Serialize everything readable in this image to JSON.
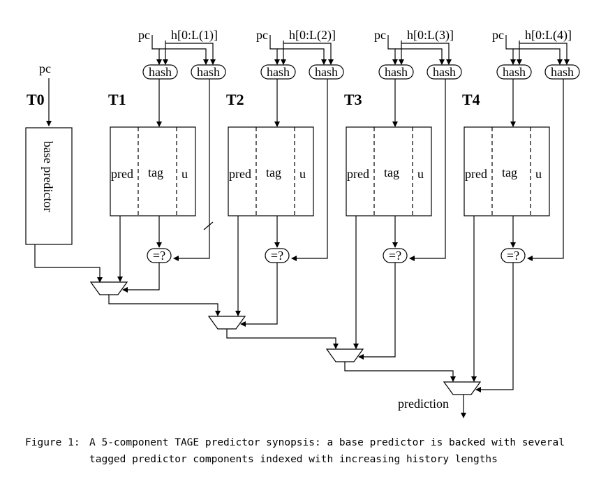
{
  "inputs": {
    "pc": "pc",
    "hash": "hash",
    "compare": "=?"
  },
  "base": {
    "title": "T0",
    "label": "base predictor"
  },
  "tables": [
    {
      "title": "T1",
      "history": "h[0:L(1)]"
    },
    {
      "title": "T2",
      "history": "h[0:L(2)]"
    },
    {
      "title": "T3",
      "history": "h[0:L(3)]"
    },
    {
      "title": "T4",
      "history": "h[0:L(4)]"
    }
  ],
  "fields": {
    "pred": "pred",
    "tag": "tag",
    "u": "u"
  },
  "output": "prediction",
  "caption": {
    "number": "Figure 1:",
    "line1": "A 5-component TAGE predictor synopsis: a base predictor is backed with several",
    "line2": "tagged predictor components indexed with increasing history lengths"
  }
}
